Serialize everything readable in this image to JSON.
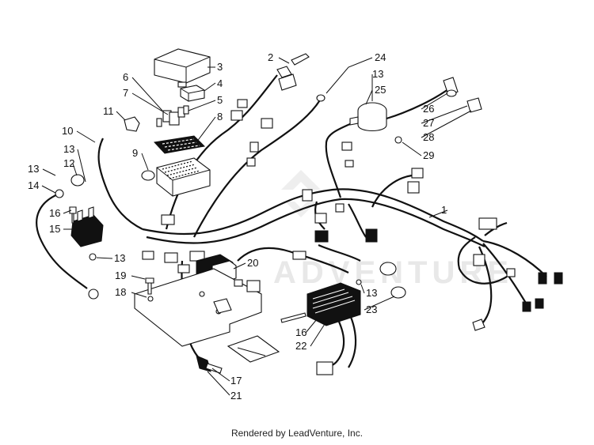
{
  "callouts": [
    {
      "id": "c1",
      "text": "1"
    },
    {
      "id": "c2",
      "text": "2"
    },
    {
      "id": "c3",
      "text": "3"
    },
    {
      "id": "c4",
      "text": "4"
    },
    {
      "id": "c5",
      "text": "5"
    },
    {
      "id": "c6",
      "text": "6"
    },
    {
      "id": "c7",
      "text": "7"
    },
    {
      "id": "c8",
      "text": "8"
    },
    {
      "id": "c9",
      "text": "9"
    },
    {
      "id": "c10",
      "text": "10"
    },
    {
      "id": "c11",
      "text": "11"
    },
    {
      "id": "c12",
      "text": "12"
    },
    {
      "id": "c13a",
      "text": "13"
    },
    {
      "id": "c13b",
      "text": "13"
    },
    {
      "id": "c13c",
      "text": "13"
    },
    {
      "id": "c13d",
      "text": "13"
    },
    {
      "id": "c13e",
      "text": "13"
    },
    {
      "id": "c14",
      "text": "14"
    },
    {
      "id": "c15",
      "text": "15"
    },
    {
      "id": "c16a",
      "text": "16"
    },
    {
      "id": "c16b",
      "text": "16"
    },
    {
      "id": "c17",
      "text": "17"
    },
    {
      "id": "c18",
      "text": "18"
    },
    {
      "id": "c19",
      "text": "19"
    },
    {
      "id": "c20",
      "text": "20"
    },
    {
      "id": "c21",
      "text": "21"
    },
    {
      "id": "c22",
      "text": "22"
    },
    {
      "id": "c23",
      "text": "23"
    },
    {
      "id": "c24",
      "text": "24"
    },
    {
      "id": "c25",
      "text": "25"
    },
    {
      "id": "c26",
      "text": "26"
    },
    {
      "id": "c27",
      "text": "27"
    },
    {
      "id": "c28",
      "text": "28"
    },
    {
      "id": "c29",
      "text": "29"
    }
  ],
  "watermark": "ADVENTURE",
  "footer": "Rendered by LeadVenture, Inc."
}
